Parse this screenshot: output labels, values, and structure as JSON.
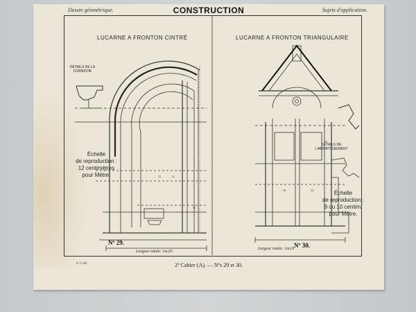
{
  "header": {
    "left": "Dessin géométrique.",
    "title": "CONSTRUCTION",
    "right": "Sujets d'application."
  },
  "plate_left": {
    "title": "LUCARNE A FRONTON CINTRÉ",
    "detail_label": "DÉTAILS DE LA CORNICHE",
    "scale_lines": [
      "Échelle",
      "de reproduction :",
      "12 centimètres",
      "pour Mètre."
    ],
    "number": "Nº 29.",
    "width_label": "Largeur totale: 1m,05"
  },
  "plate_right": {
    "title": "LUCARNE A FRONTON TRIANGULAIRE",
    "detail_label": "DÉTAILS DE L'AMORTISSEMENT",
    "scale_lines": [
      "Échelle",
      "de reproduction :",
      "9 ou 10 centim.",
      "pour Mètre."
    ],
    "number": "Nº 30.",
    "width_label": "Largeur totale: 1m,01"
  },
  "footer": "2º Cahier (A). — Nºs 29 et 30.",
  "signature": "E.V. del."
}
